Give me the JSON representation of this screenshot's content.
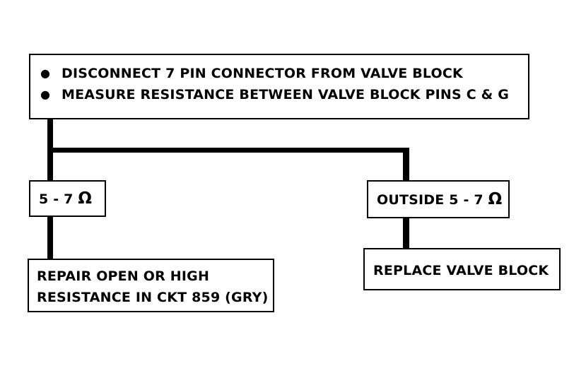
{
  "top_box": {
    "steps": [
      "DISCONNECT 7 PIN CONNECTOR FROM VALVE BLOCK",
      "MEASURE RESISTANCE BETWEEN VALVE BLOCK PINS C & G"
    ],
    "bullet": "●"
  },
  "left_branch": {
    "condition_prefix": "5 - 7 ",
    "condition_unit": "Ω",
    "action_line1": "REPAIR OPEN OR HIGH",
    "action_line2": "RESISTANCE IN CKT 859 (GRY)"
  },
  "right_branch": {
    "condition_prefix": "OUTSIDE 5 - 7 ",
    "condition_unit": "Ω",
    "action": "REPLACE VALVE BLOCK"
  }
}
